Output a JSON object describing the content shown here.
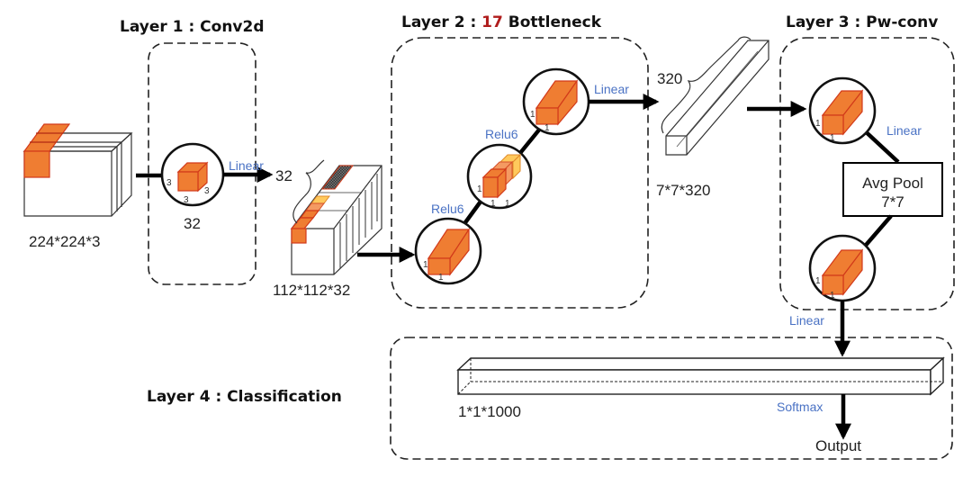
{
  "layers": {
    "layer1": {
      "prefix": "Layer 1 : ",
      "name": "Conv2d"
    },
    "layer2": {
      "prefix": "Layer 2 : ",
      "count": "17",
      "name": " Bottleneck"
    },
    "layer3": {
      "prefix": "Layer 3 : ",
      "name": "Pw-conv"
    },
    "layer4": {
      "prefix": "Layer 4 : ",
      "name": "Classification"
    }
  },
  "labels": {
    "input_dims": "224*224*3",
    "kernel_count": "32",
    "kernel_dim_a": "3",
    "kernel_dim_b": "3",
    "kernel_dim_c": "3",
    "linear1": "Linear",
    "channels_32": "32",
    "feature1_dims": "112*112*32",
    "relu6_a": "Relu6",
    "relu6_b": "Relu6",
    "linear2": "Linear",
    "one": "1",
    "channels_320": "320",
    "feature2_dims": "7*7*320",
    "linear3": "Linear",
    "avgpool_line1": "Avg Pool",
    "avgpool_line2": "7*7",
    "linear4": "Linear",
    "output_vector_dims": "1*1*1000",
    "softmax": "Softmax",
    "output": "Output"
  },
  "colors": {
    "highlight_count": "#b01c1c",
    "activation_label": "#4a72c4",
    "kernel_orange": "#ef7d32"
  }
}
